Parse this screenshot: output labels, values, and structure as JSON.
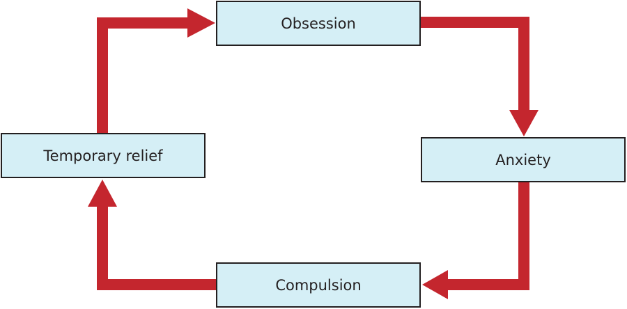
{
  "diagram": {
    "nodes": [
      {
        "id": "obsession",
        "label": "Obsession"
      },
      {
        "id": "anxiety",
        "label": "Anxiety"
      },
      {
        "id": "compulsion",
        "label": "Compulsion"
      },
      {
        "id": "relief",
        "label": "Temporary relief"
      }
    ],
    "edges": [
      {
        "from": "obsession",
        "to": "anxiety"
      },
      {
        "from": "anxiety",
        "to": "compulsion"
      },
      {
        "from": "compulsion",
        "to": "relief"
      },
      {
        "from": "relief",
        "to": "obsession"
      }
    ],
    "colors": {
      "arrow": "#c4262e",
      "box_fill": "#d5eff6",
      "box_border": "#231f20",
      "text": "#231f20"
    }
  }
}
